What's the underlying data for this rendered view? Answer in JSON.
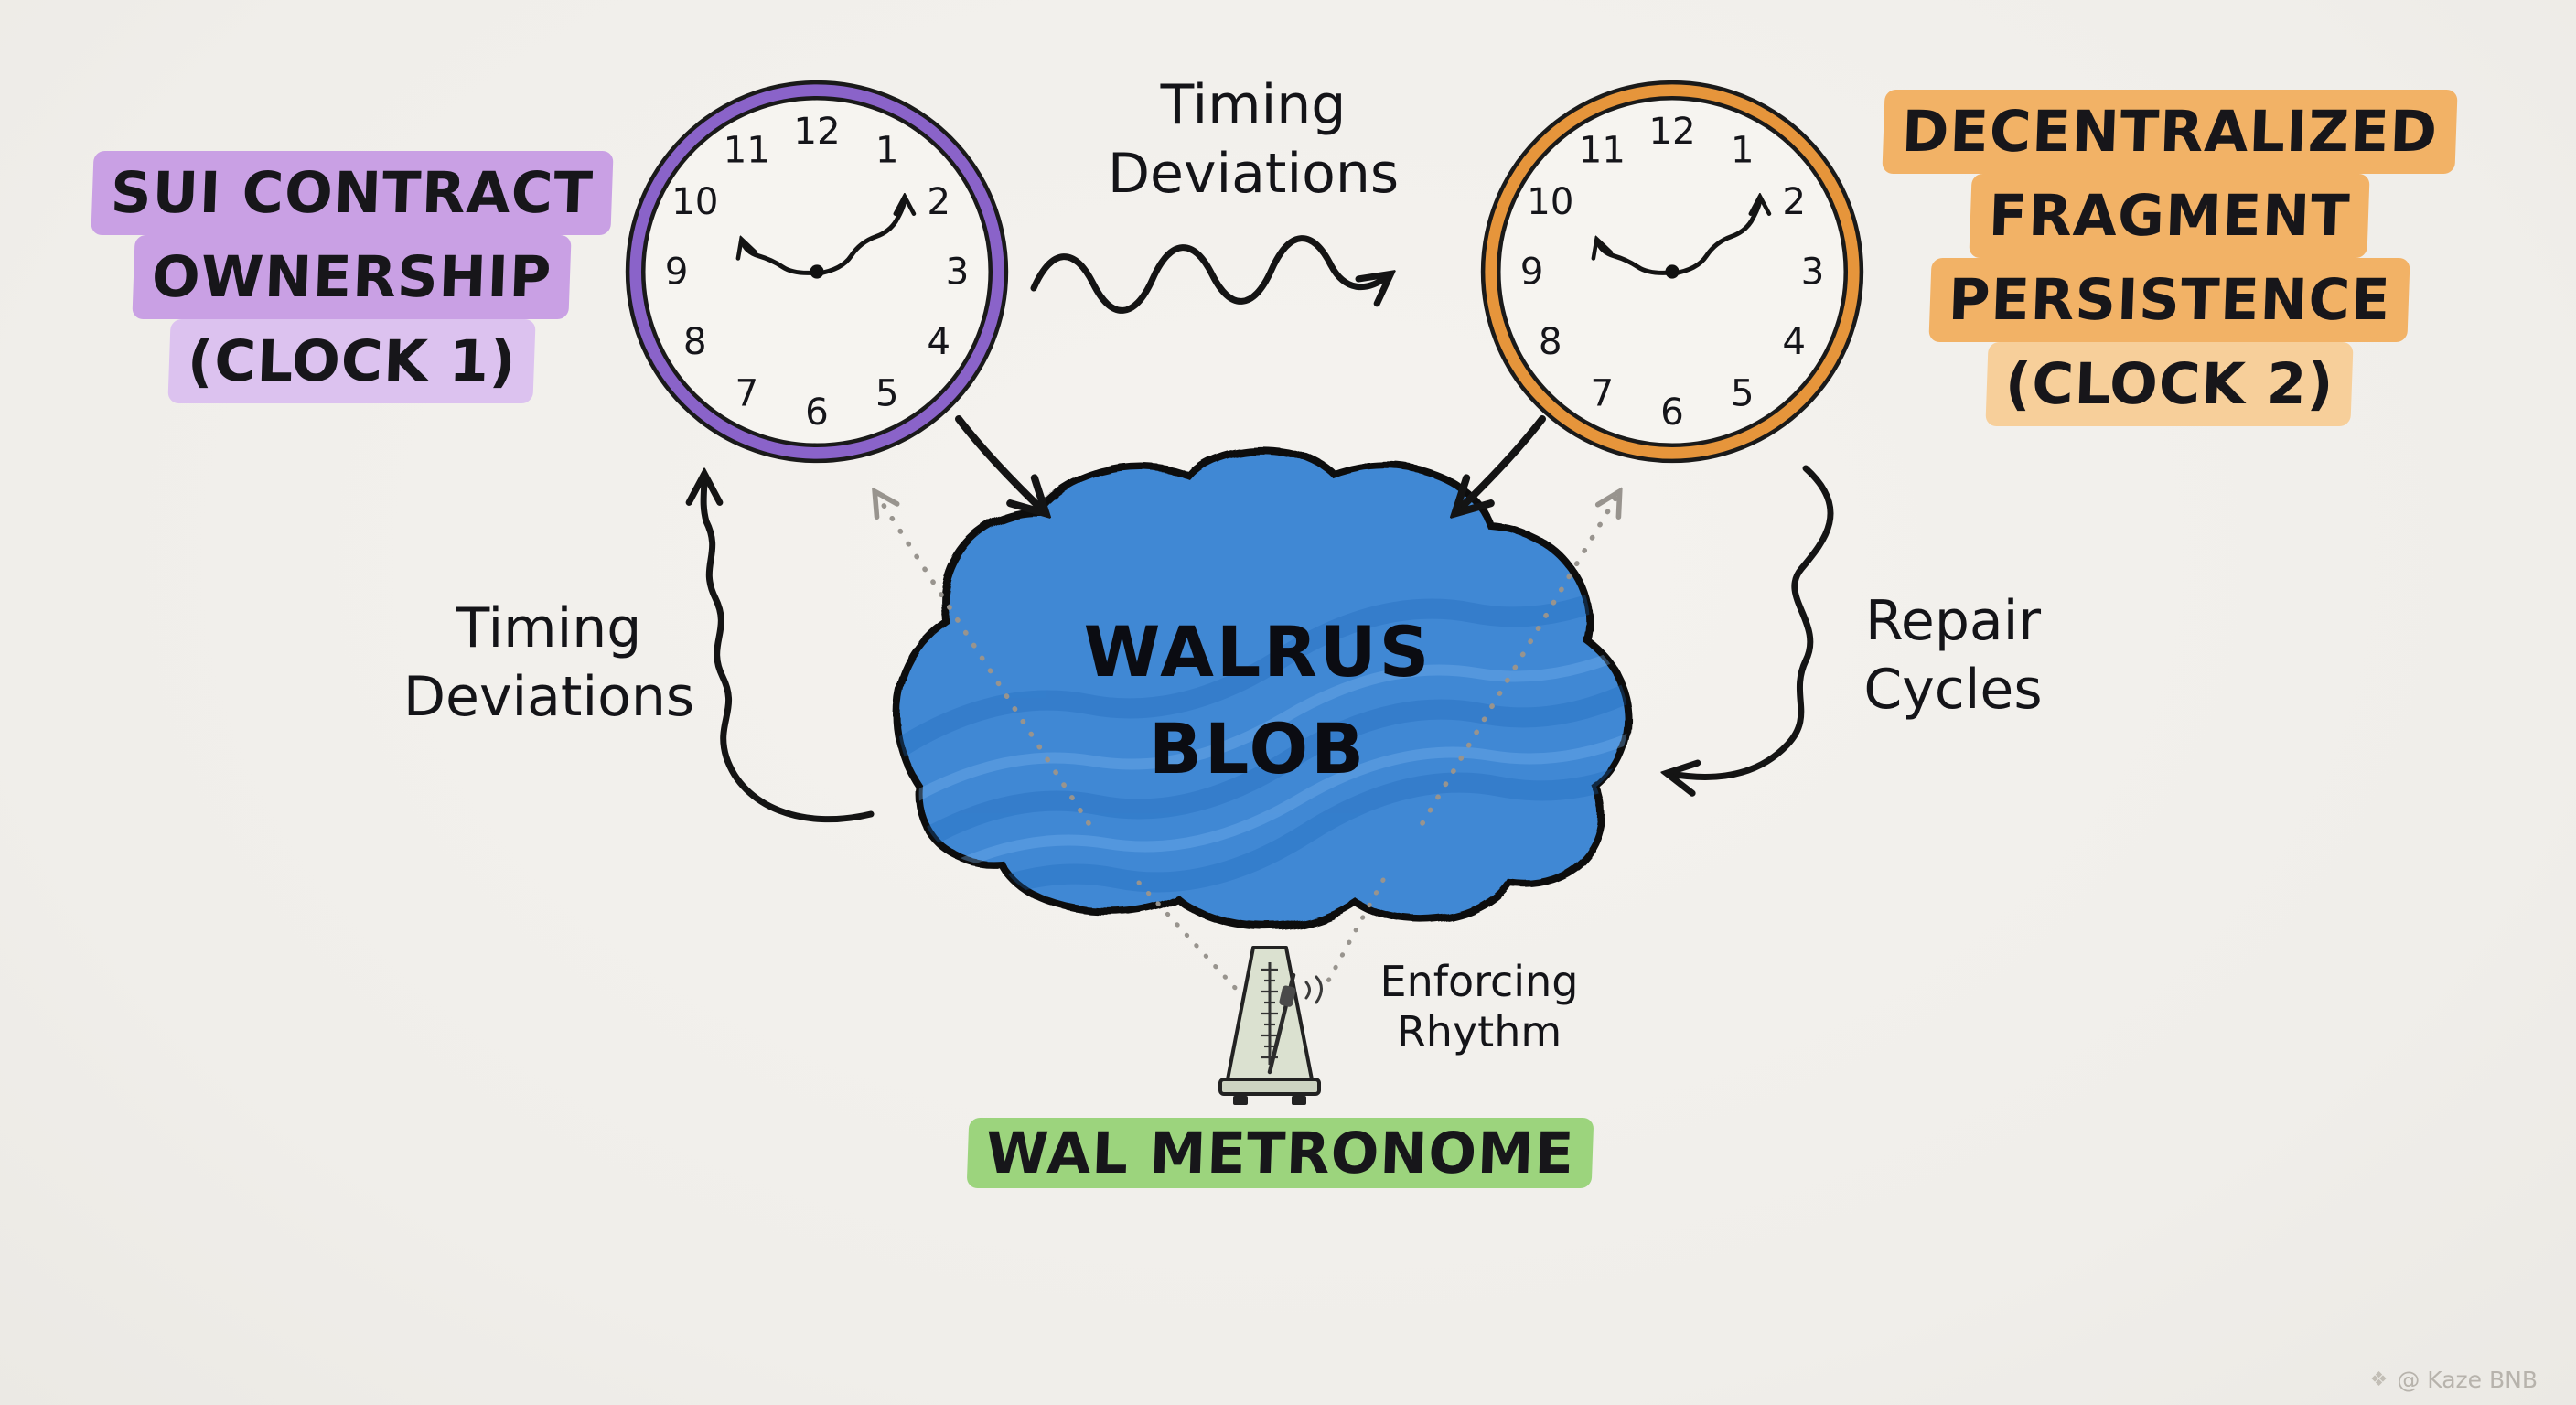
{
  "colors": {
    "purple": "#c9a0e4",
    "purple_light": "#dcc2ef",
    "orange": "#f2b266",
    "orange_light": "#f7cf9a",
    "green": "#9cd47d",
    "blob_blue": "#3f88d4",
    "ring_clock1": "#8a63c9",
    "ring_clock2": "#e6953b",
    "metronome_body": "#dbe1d0"
  },
  "left_label": {
    "lines": [
      "SUI CONTRACT",
      "OWNERSHIP",
      "(CLOCK 1)"
    ]
  },
  "right_label": {
    "lines": [
      "DECENTRALIZED",
      "FRAGMENT",
      "PERSISTENCE",
      "(CLOCK 2)"
    ]
  },
  "top_arrow_label": {
    "lines": [
      "Timing",
      "Deviations"
    ]
  },
  "left_arrow_label": {
    "lines": [
      "Timing",
      "Deviations"
    ]
  },
  "right_arrow_label": {
    "lines": [
      "Repair",
      "Cycles"
    ]
  },
  "blob": {
    "lines": [
      "WALRUS",
      "BLOB"
    ]
  },
  "metronome_note": {
    "lines": [
      "Enforcing",
      "Rhythm"
    ]
  },
  "metronome_caption": {
    "text": "WAL METRONOME"
  },
  "watermark": {
    "icon": "❖",
    "text": "@ Kaze BNB"
  },
  "clock": {
    "numbers": [
      "12",
      "1",
      "2",
      "3",
      "4",
      "5",
      "6",
      "7",
      "8",
      "9",
      "10",
      "11"
    ]
  }
}
